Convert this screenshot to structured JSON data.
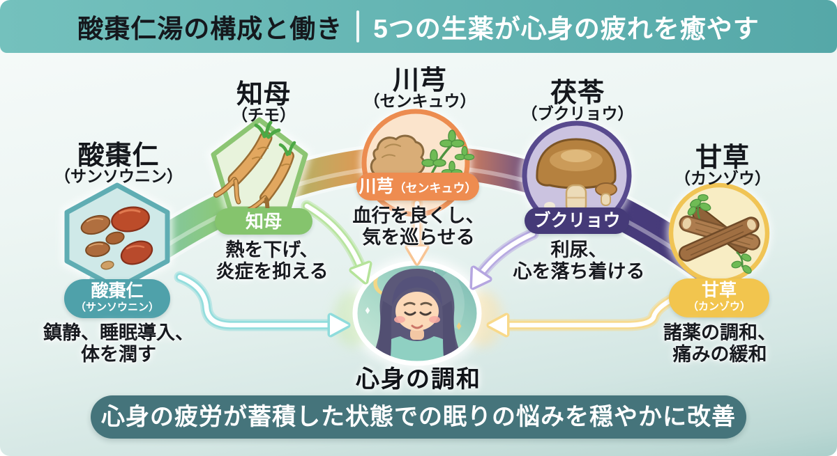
{
  "header": {
    "title_left": "酸棗仁湯の構成と働き",
    "title_right": "5つの生薬が心身の疲れを癒やす"
  },
  "herbs": [
    {
      "name": "酸棗仁",
      "reading": "（サンソウニン）",
      "badge_label": "酸棗仁",
      "badge_reading": "（サンソウニン）",
      "effect_line1": "鎮静、睡眠導入、",
      "effect_line2": "体を潤す",
      "icon": "jujube-seeds-icon",
      "color": "#4fa1aa"
    },
    {
      "name": "知母",
      "reading": "（チモ）",
      "badge_label": "知母",
      "effect_line1": "熱を下げ、",
      "effect_line2": "炎症を抑える",
      "icon": "zhimu-roots-icon",
      "color": "#85c46d"
    },
    {
      "name": "川芎",
      "reading": "（センキュウ）",
      "badge_label": "川芎",
      "badge_reading": "（センキュウ）",
      "effect_line1": "血行を良くし、",
      "effect_line2": "気を巡らせる",
      "icon": "senkyu-root-leaf-icon",
      "color": "#ee8c50"
    },
    {
      "name": "茯苓",
      "reading": "（ブクリョウ）",
      "badge_label": "ブクリョウ",
      "effect_line1": "利尿、",
      "effect_line2": "心を落ち着ける",
      "icon": "bukuryo-mushroom-icon",
      "color": "#453a78"
    },
    {
      "name": "甘草",
      "reading": "（カンゾウ）",
      "badge_label": "甘草",
      "badge_reading": "（カンゾウ）",
      "effect_line1": "諸薬の調和、",
      "effect_line2": "痛みの緩和",
      "icon": "licorice-sticks-icon",
      "color": "#f2c54e"
    }
  ],
  "center": {
    "label": "心身の調和"
  },
  "footer": {
    "text": "心身の疲労が蓄積した状態での眠りの悩みを穏やかに改善"
  },
  "palette": {
    "header_bg": "#63b4b2",
    "footer_bg": "#45747b",
    "band_gradient": [
      "#7cc6c9",
      "#8cc873",
      "#ee8c50",
      "#483c7c"
    ]
  }
}
